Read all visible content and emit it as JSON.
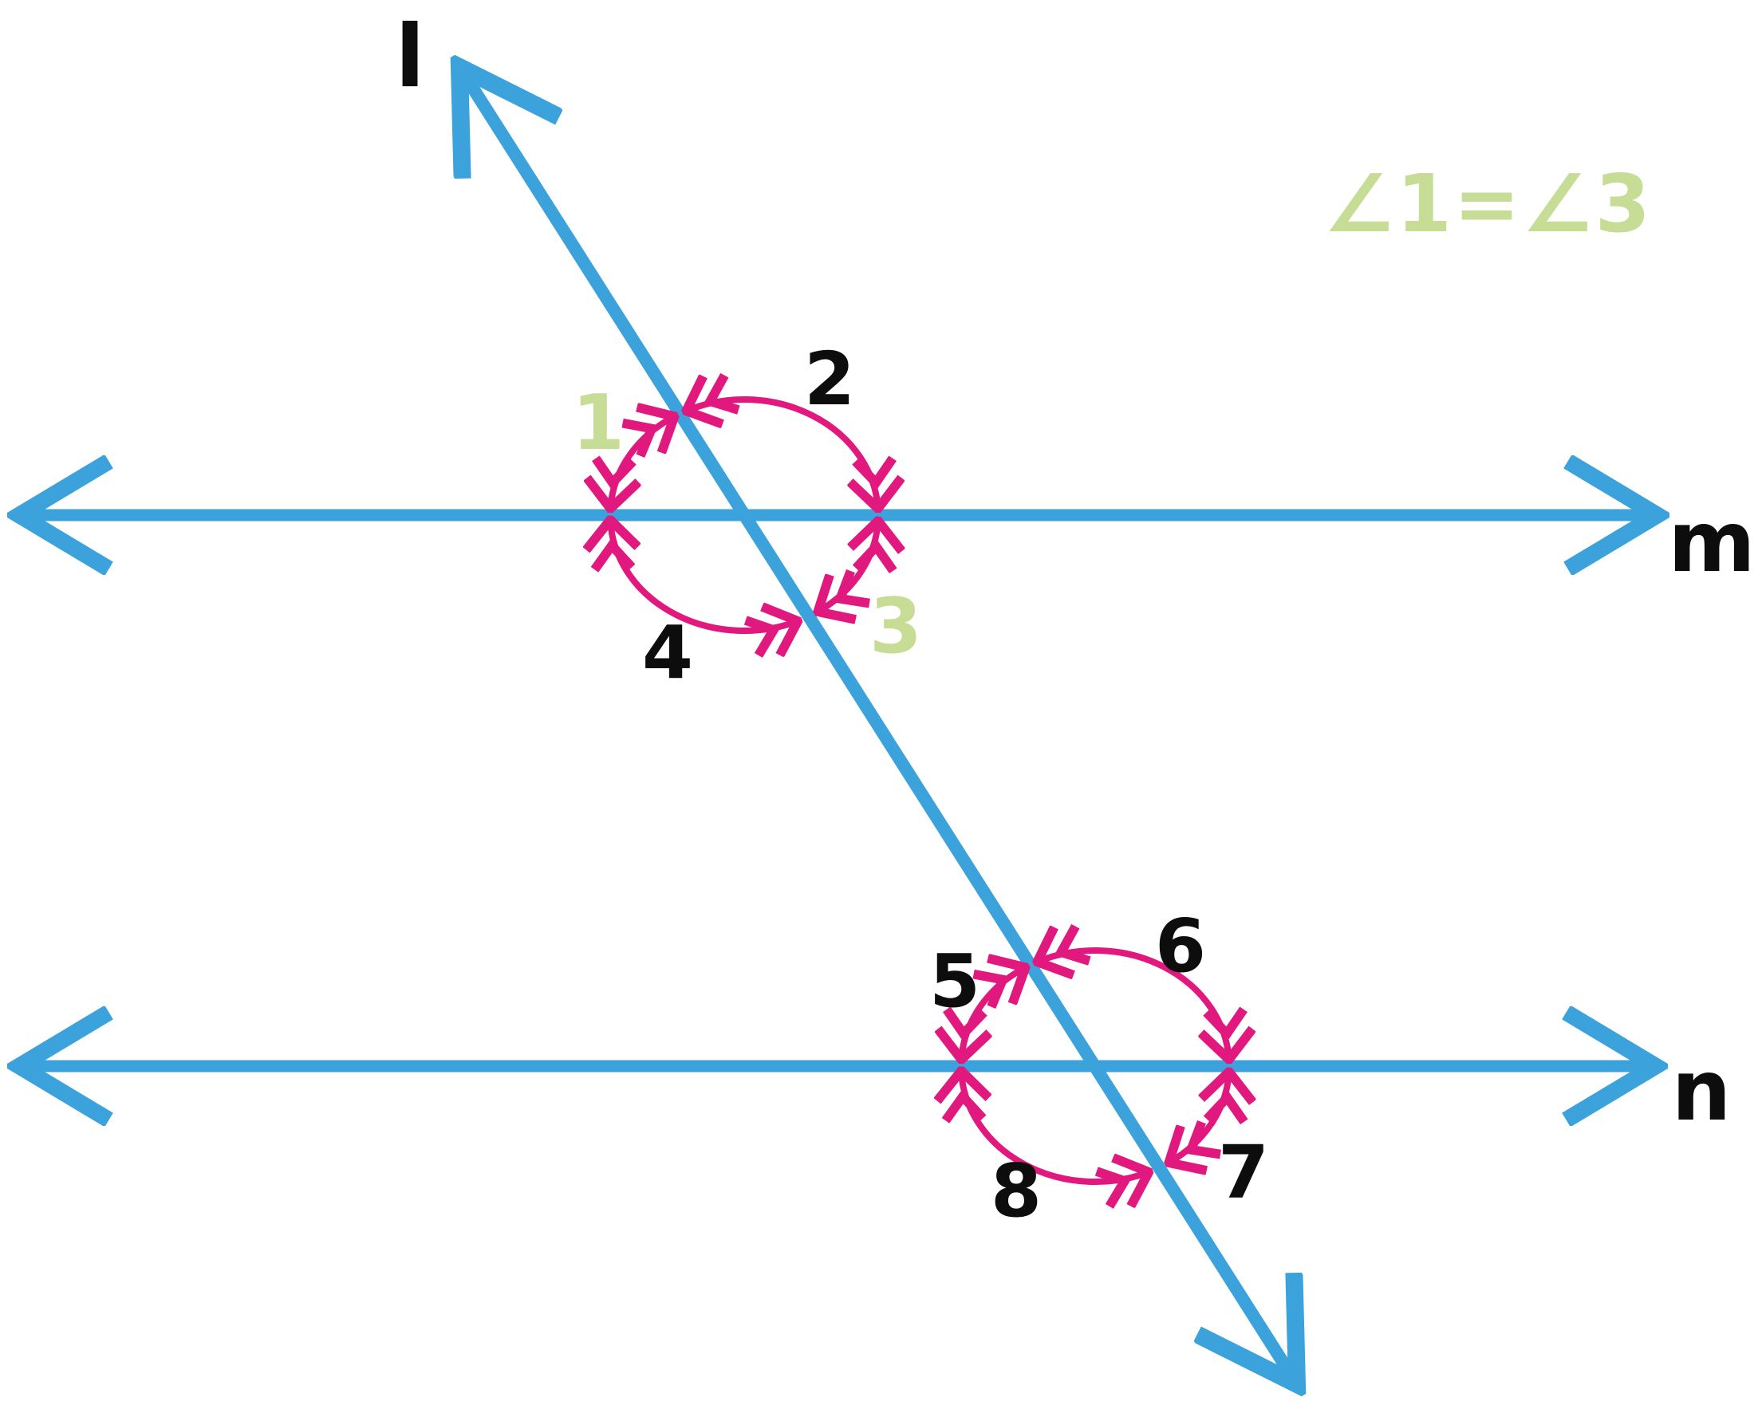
{
  "colors": {
    "line_blue": "#3CA2DC",
    "arrow_pink": "#E1187D",
    "highlight_green": "#C7DD96",
    "label_black": "#0D0D0D",
    "background": "#FFFFFF"
  },
  "figure": {
    "transversal_label": "l",
    "top_parallel_label": "m",
    "bottom_parallel_label": "n",
    "annotation": "∠1=∠3",
    "angle_labels": {
      "a1": "1",
      "a2": "2",
      "a3": "3",
      "a4": "4",
      "a5": "5",
      "a6": "6",
      "a7": "7",
      "a8": "8"
    },
    "highlighted_angles": [
      "1",
      "3"
    ]
  }
}
